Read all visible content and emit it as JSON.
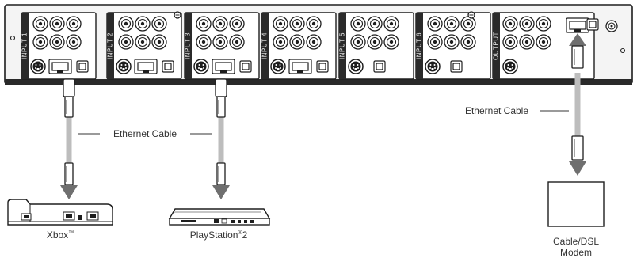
{
  "equipment": {
    "input_labels": [
      "INPUT 1",
      "INPUT 2",
      "INPUT 3",
      "INPUT 4",
      "INPUT 5",
      "INPUT 6"
    ],
    "output_label": "OUTPUT"
  },
  "cables": {
    "left_label": "Ethernet Cable",
    "right_label": "Ethernet Cable"
  },
  "devices": {
    "xbox": {
      "name": "Xbox",
      "mark": "™"
    },
    "ps2": {
      "name": "PlayStation",
      "mark": "®",
      "suffix": "2"
    },
    "modem": {
      "line1": "Cable/DSL",
      "line2": "Modem"
    }
  }
}
